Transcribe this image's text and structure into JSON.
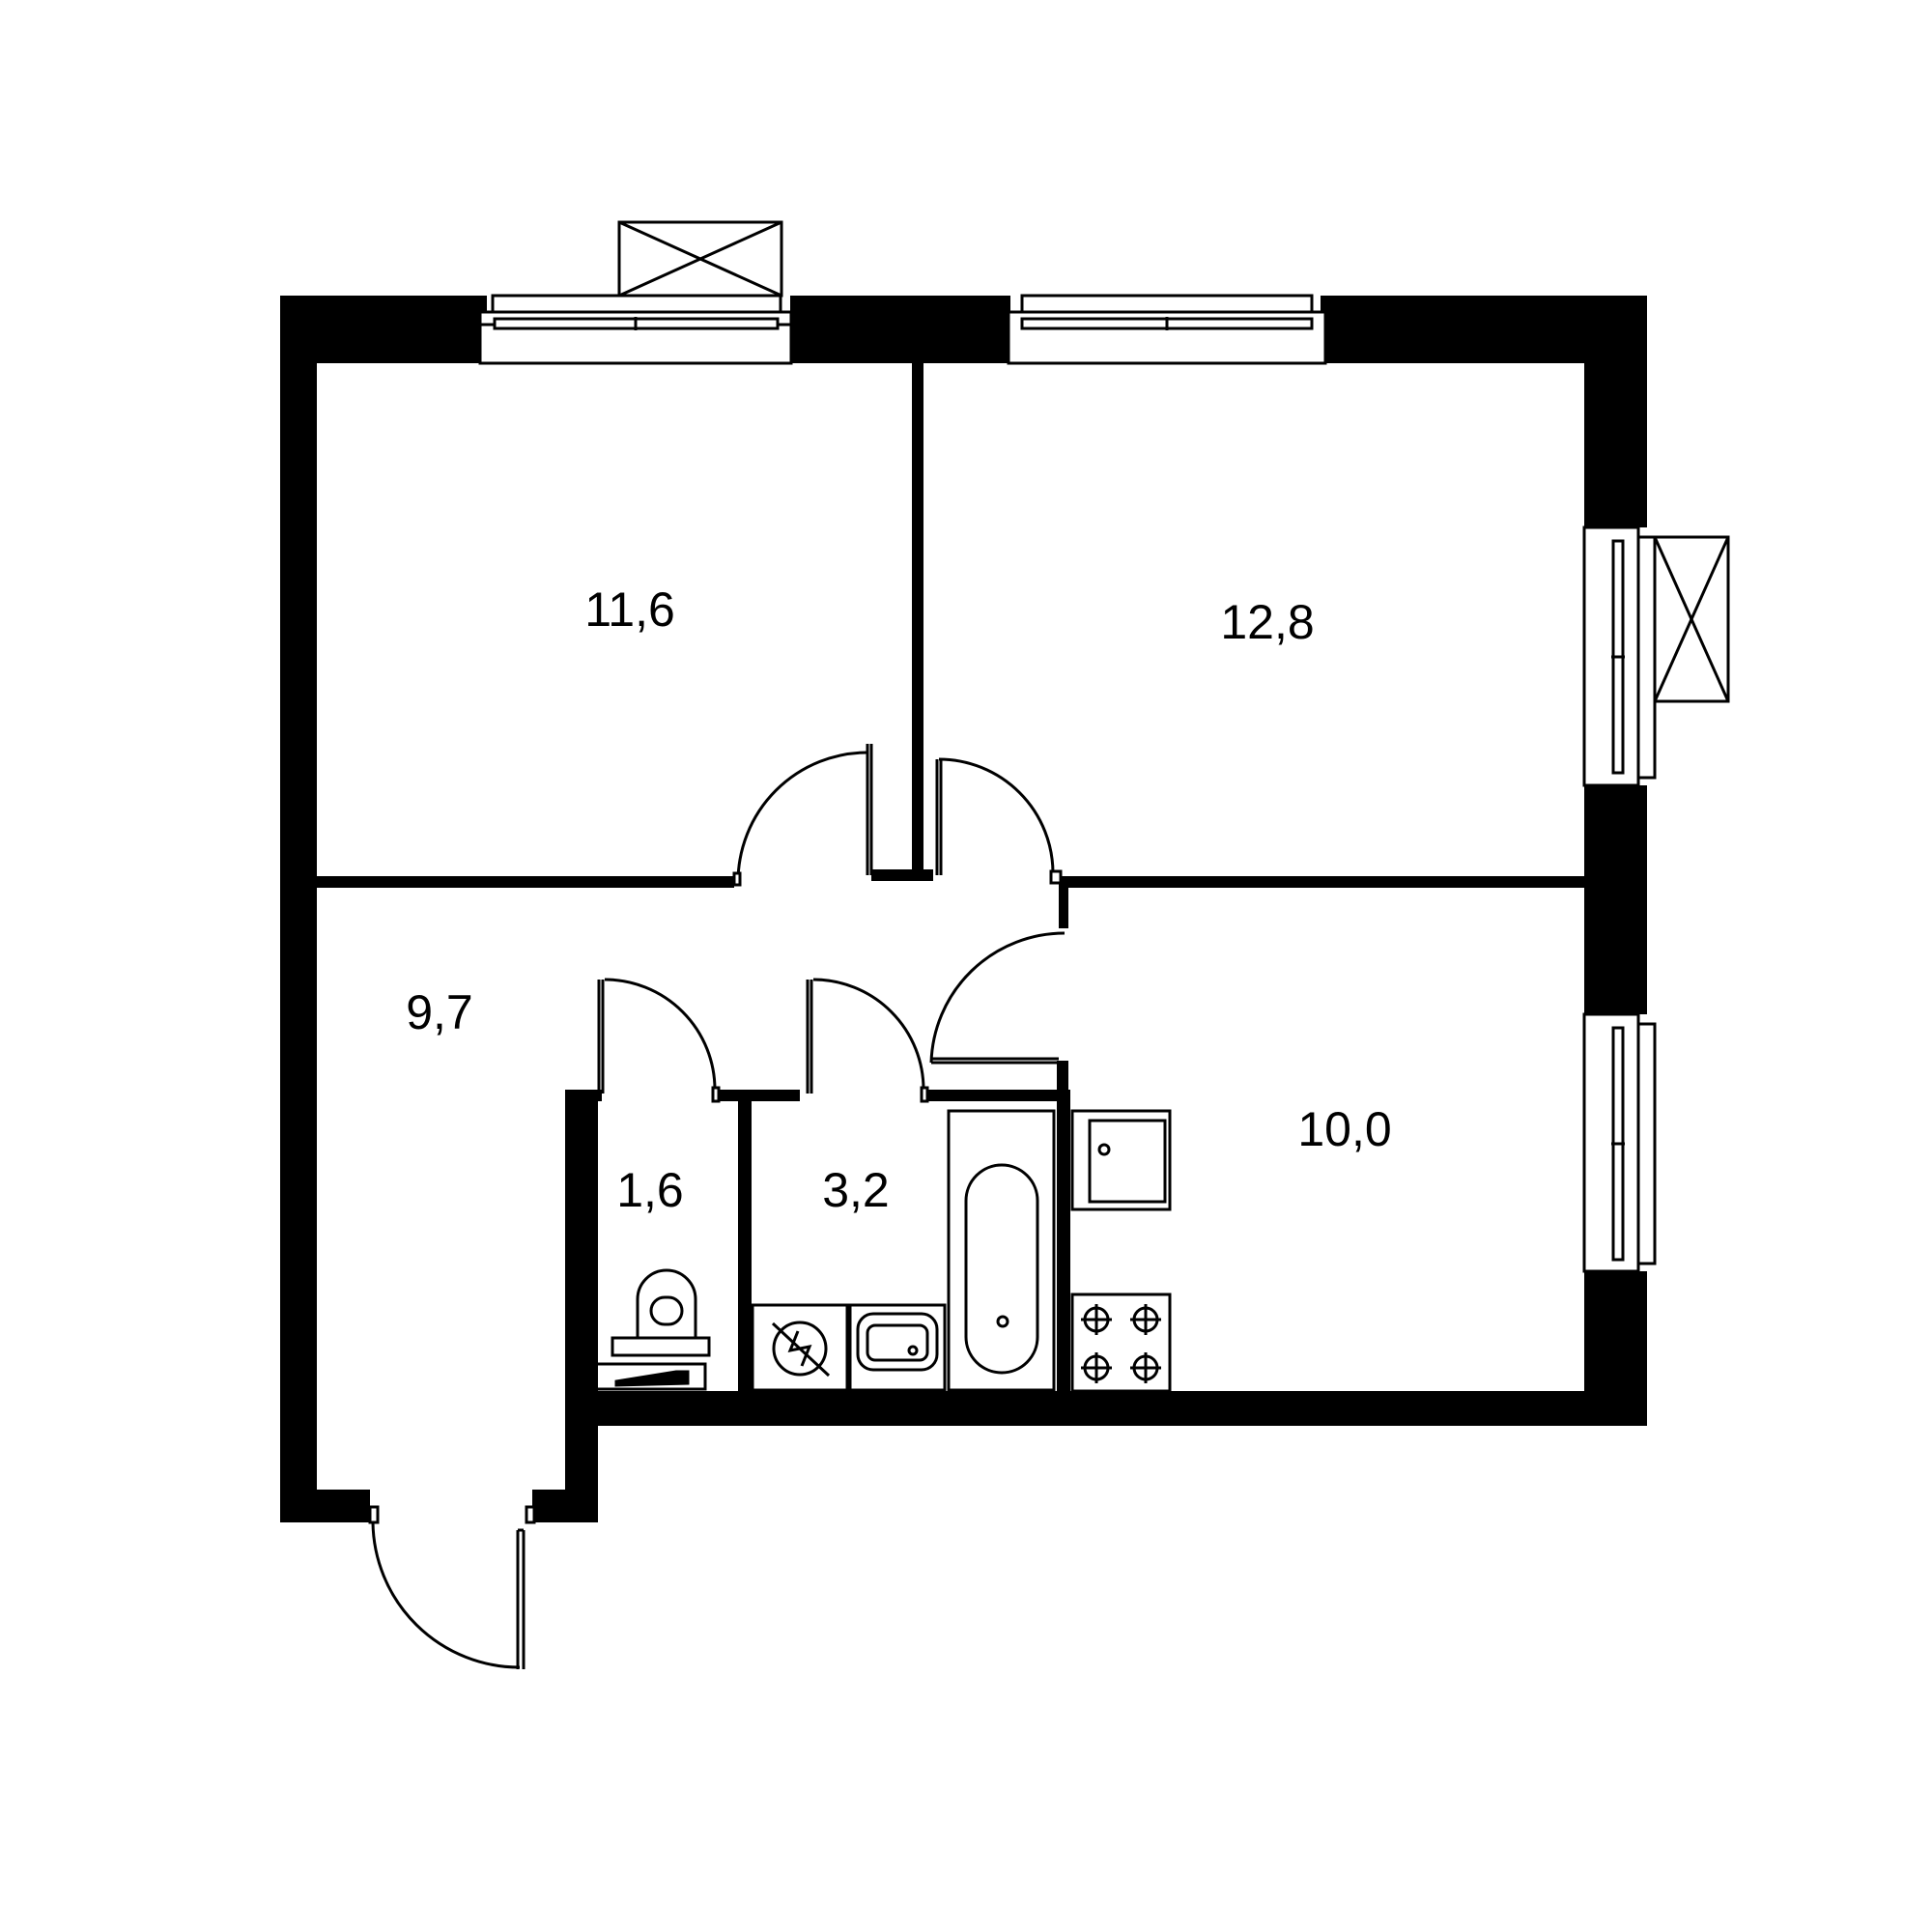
{
  "colors": {
    "wall": "#000000",
    "background": "#ffffff",
    "line": "#000000"
  },
  "rooms": [
    {
      "id": "bedroom-left",
      "area": "11,6"
    },
    {
      "id": "bedroom-right",
      "area": "12,8"
    },
    {
      "id": "hallway",
      "area": "9,7"
    },
    {
      "id": "toilet",
      "area": "1,6"
    },
    {
      "id": "bathroom",
      "area": "3,2"
    },
    {
      "id": "kitchen",
      "area": "10,0"
    }
  ],
  "fixtures": [
    "toilet-icon",
    "washing-machine-icon",
    "sink-icon",
    "bathtub-icon",
    "kitchen-sink-icon",
    "stove-icon",
    "ventilation-unit-icon",
    "window-icon",
    "door-icon"
  ]
}
